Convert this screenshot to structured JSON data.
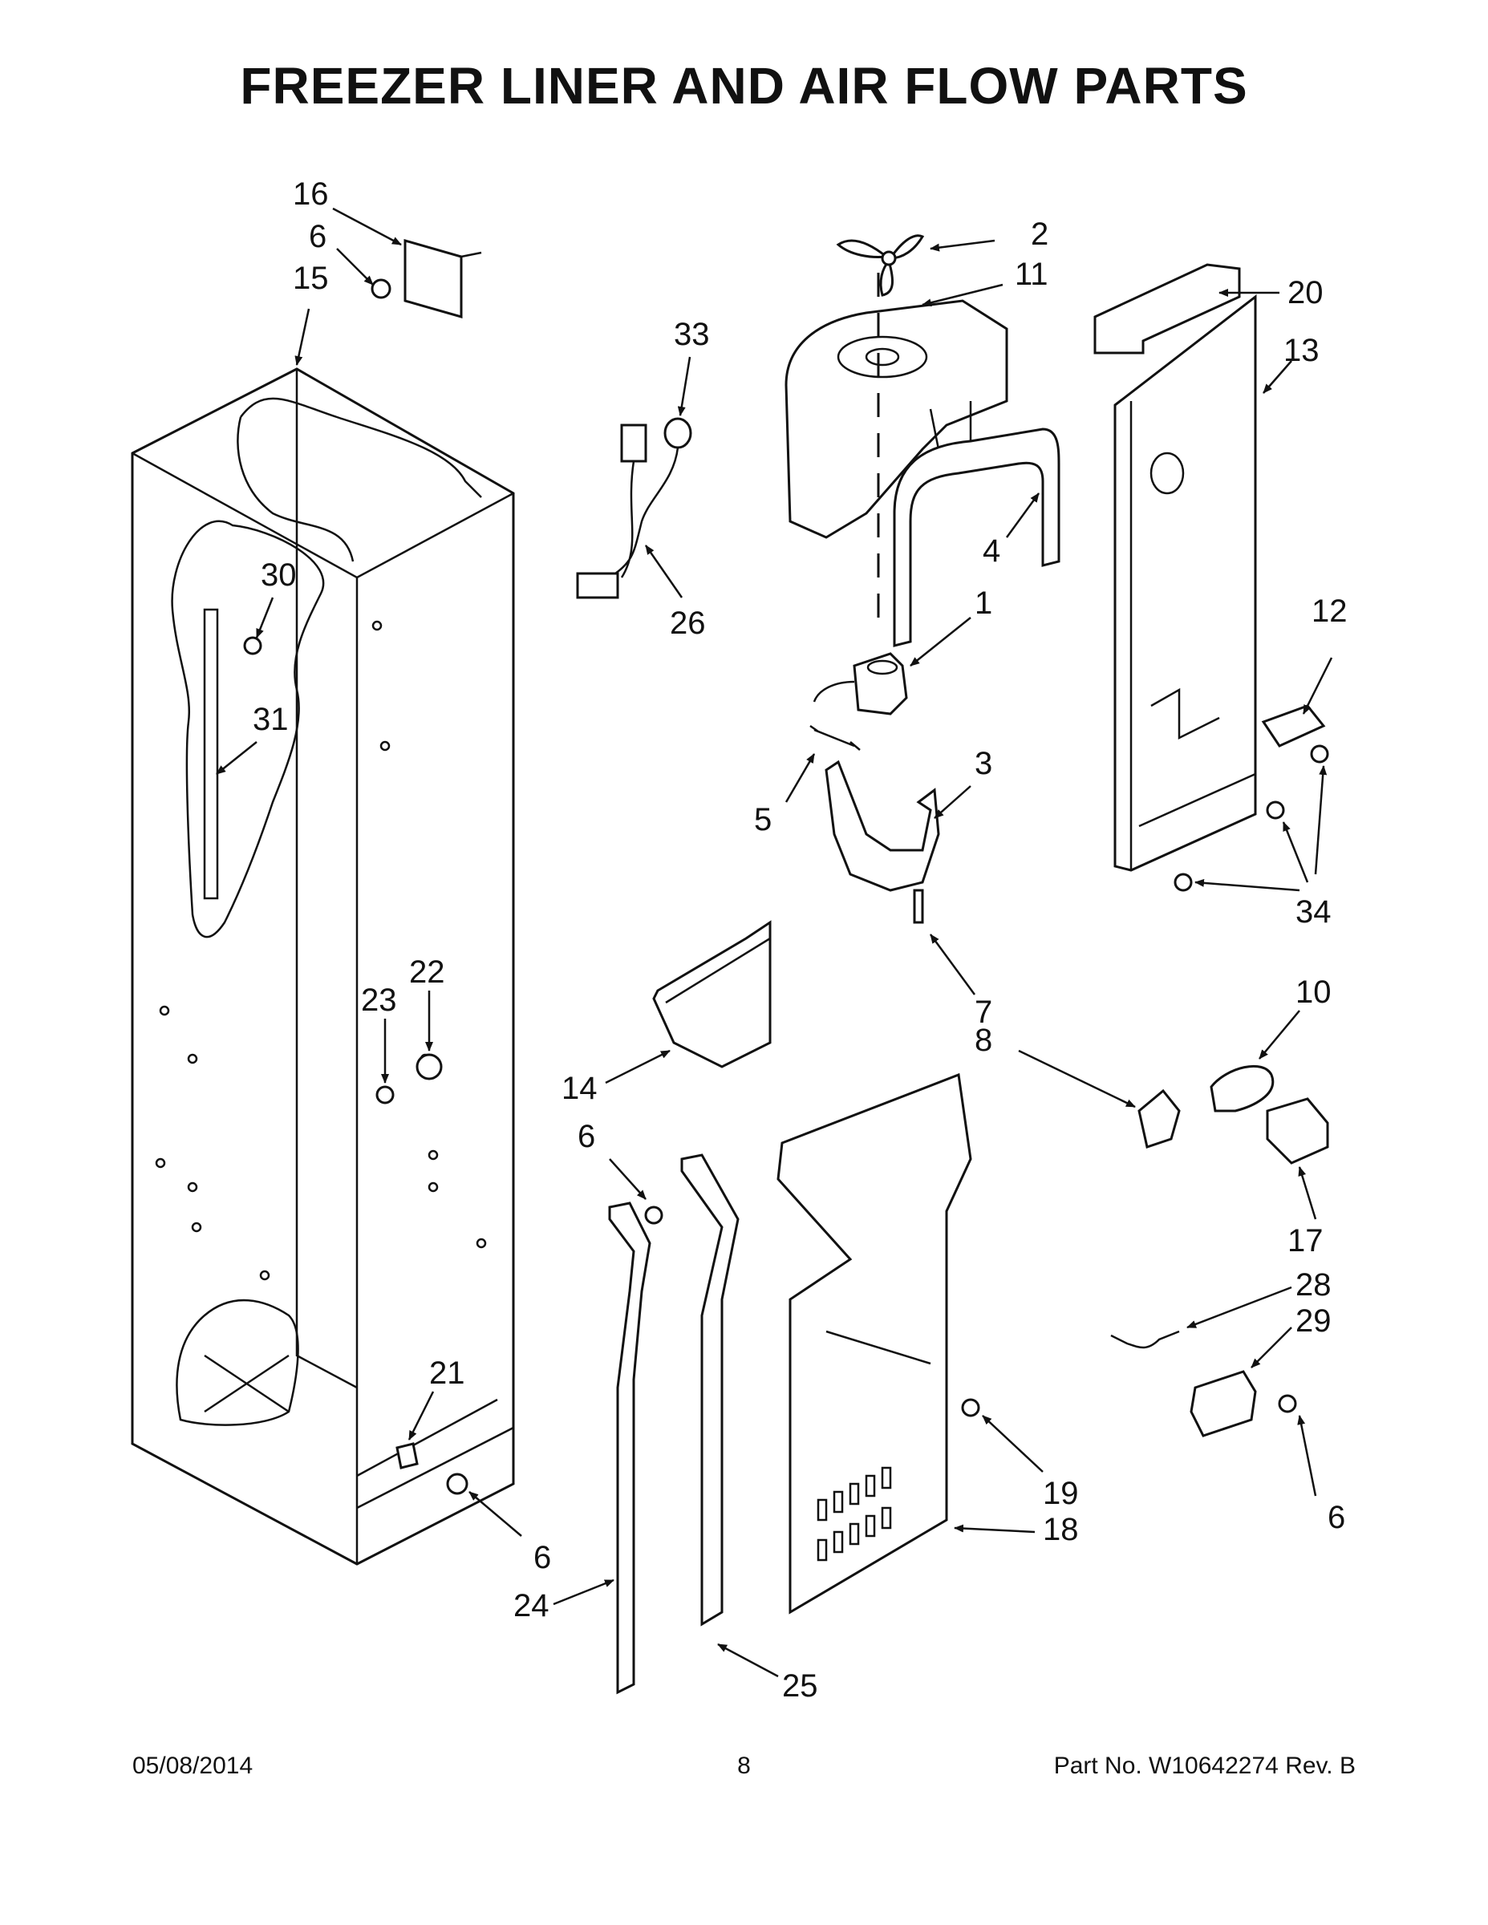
{
  "title": "FREEZER LINER AND AIR FLOW PARTS",
  "callouts": [
    {
      "id": "c16",
      "label": "16"
    },
    {
      "id": "c6a",
      "label": "6"
    },
    {
      "id": "c15",
      "label": "15"
    },
    {
      "id": "c33",
      "label": "33"
    },
    {
      "id": "c26",
      "label": "26"
    },
    {
      "id": "c2",
      "label": "2"
    },
    {
      "id": "c11",
      "label": "11"
    },
    {
      "id": "c20",
      "label": "20"
    },
    {
      "id": "c13",
      "label": "13"
    },
    {
      "id": "c4",
      "label": "4"
    },
    {
      "id": "c1",
      "label": "1"
    },
    {
      "id": "c12",
      "label": "12"
    },
    {
      "id": "c30",
      "label": "30"
    },
    {
      "id": "c31",
      "label": "31"
    },
    {
      "id": "c5",
      "label": "5"
    },
    {
      "id": "c3",
      "label": "3"
    },
    {
      "id": "c34",
      "label": "34"
    },
    {
      "id": "c22",
      "label": "22"
    },
    {
      "id": "c23",
      "label": "23"
    },
    {
      "id": "c7",
      "label": "7"
    },
    {
      "id": "c10",
      "label": "10"
    },
    {
      "id": "c8",
      "label": "8"
    },
    {
      "id": "c14",
      "label": "14"
    },
    {
      "id": "c6b",
      "label": "6"
    },
    {
      "id": "c17",
      "label": "17"
    },
    {
      "id": "c28",
      "label": "28"
    },
    {
      "id": "c29",
      "label": "29"
    },
    {
      "id": "c21",
      "label": "21"
    },
    {
      "id": "c19",
      "label": "19"
    },
    {
      "id": "c6c",
      "label": "6"
    },
    {
      "id": "c6d",
      "label": "6"
    },
    {
      "id": "c18",
      "label": "18"
    },
    {
      "id": "c24",
      "label": "24"
    },
    {
      "id": "c25",
      "label": "25"
    }
  ],
  "footer": {
    "date": "05/08/2014",
    "page": "8",
    "part_no": "Part No.  W10642274  Rev.  B"
  }
}
